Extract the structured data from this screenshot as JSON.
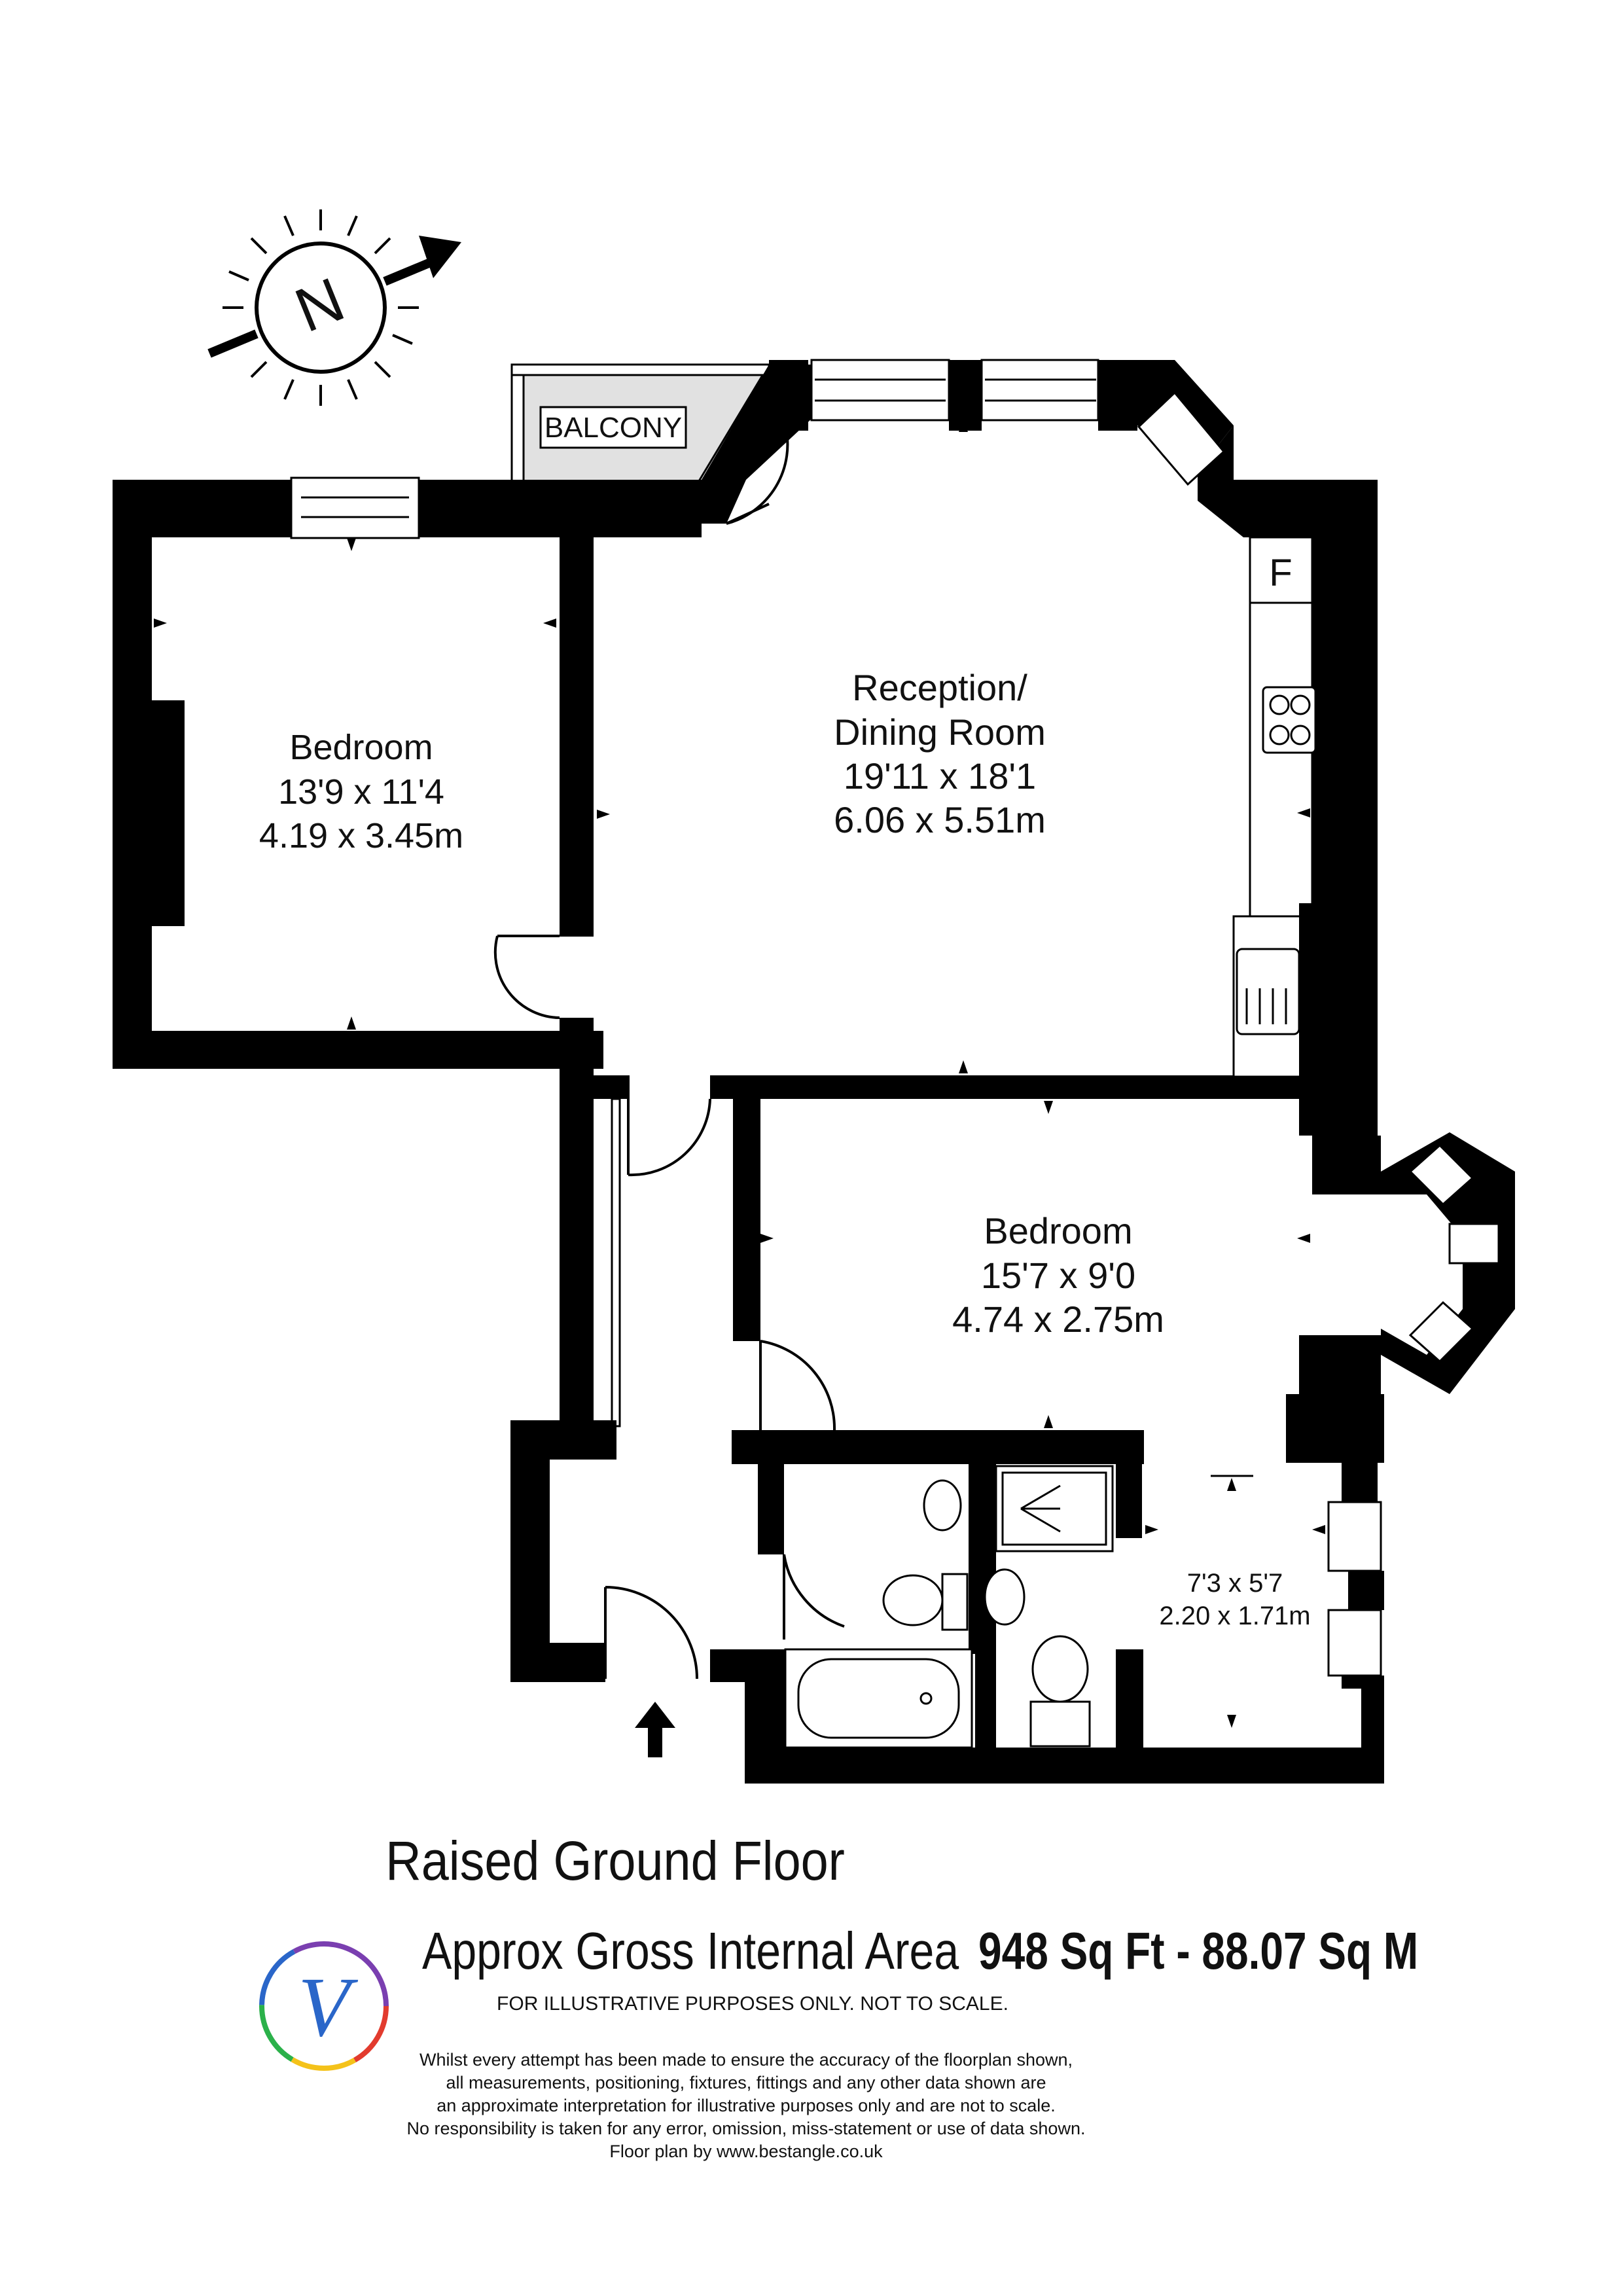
{
  "compass": {
    "label": "N"
  },
  "balcony": {
    "label": "BALCONY"
  },
  "rooms": [
    {
      "id": "bedroom-1",
      "name": "Bedroom",
      "imperial": "13'9 x 11'4",
      "metric": "4.19 x 3.45m"
    },
    {
      "id": "reception",
      "name": "Reception/",
      "name2": "Dining Room",
      "imperial": "19'11 x 18'1",
      "metric": "6.06 x 5.51m"
    },
    {
      "id": "bedroom-2",
      "name": "Bedroom",
      "imperial": "15'7 x 9'0",
      "metric": "4.74 x 2.75m"
    },
    {
      "id": "room-small",
      "imperial": "7'3 x 5'7",
      "metric": "2.20 x 1.71m"
    }
  ],
  "fridge": {
    "label": "F"
  },
  "floor": {
    "title": "Raised Ground Floor"
  },
  "area": {
    "label": "Approx Gross Internal Area",
    "value": "948 Sq Ft  -  88.07 Sq M"
  },
  "disclaimer": {
    "headline": "FOR ILLUSTRATIVE PURPOSES ONLY. NOT TO SCALE.",
    "lines": [
      "Whilst every attempt has been made to ensure the accuracy of the floorplan shown,",
      "all measurements, positioning, fixtures, fittings and any other data shown are",
      "an approximate interpretation for illustrative purposes only and are not to scale.",
      "No responsibility is taken for any error, omission, miss-statement or use of data shown.",
      "Floor plan by www.bestangle.co.uk"
    ]
  },
  "logo": {
    "letter": "V"
  },
  "colors": {
    "wall": "#000000",
    "balcony": "#e1e1e1",
    "text": "#111111"
  }
}
